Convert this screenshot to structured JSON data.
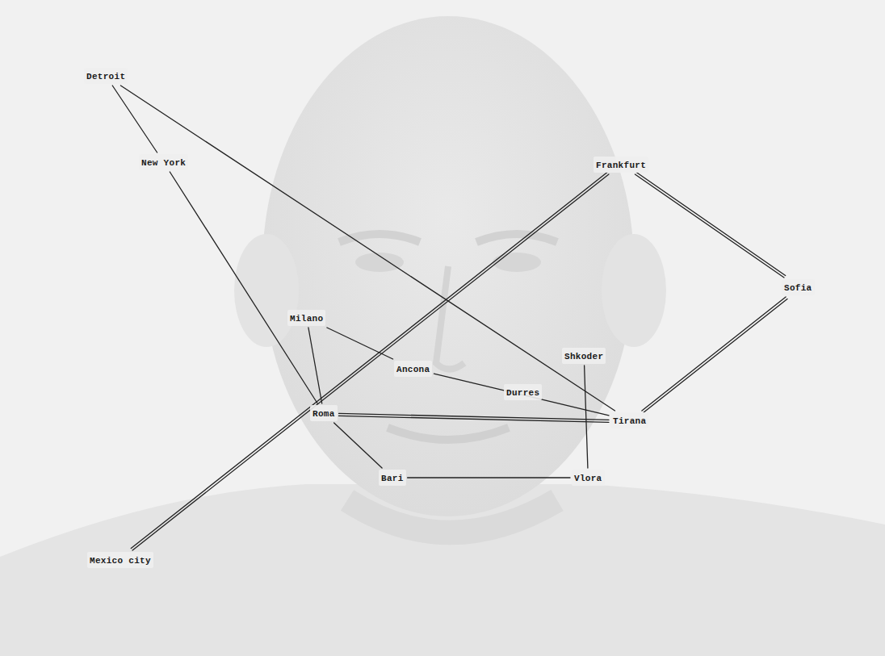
{
  "diagram": {
    "nodes": [
      {
        "text": [
          "Detroit"
        ]
      },
      {
        "text": [
          "New York"
        ]
      },
      {
        "text": [
          "Frankfurt"
        ]
      },
      {
        "text": [
          "Sofia"
        ]
      },
      {
        "text": [
          "Milano"
        ]
      },
      {
        "text": [
          "Ancona"
        ]
      },
      {
        "text": [
          "Shkoder"
        ]
      },
      {
        "text": [
          "Durres"
        ]
      },
      {
        "text": [
          "Roma"
        ]
      },
      {
        "text": [
          "Tirana"
        ]
      },
      {
        "text": [
          "Bari"
        ]
      },
      {
        "text": [
          "Vlora"
        ]
      },
      {
        "text": [
          "Mexico city"
        ]
      }
    ],
    "edges": [
      {
        "from": 0,
        "to": 1,
        "arrow": "none"
      },
      {
        "from": 0,
        "to": 9,
        "arrow": "none"
      },
      {
        "from": 1,
        "to": 8,
        "arrow": "none"
      },
      {
        "from": 4,
        "to": 8,
        "arrow": "none"
      },
      {
        "from": 4,
        "to": 5,
        "arrow": "none"
      },
      {
        "from": 5,
        "to": 9,
        "arrow": "none"
      },
      {
        "from": 8,
        "to": 9,
        "arrow": "none"
      },
      {
        "from": 8,
        "to": 9,
        "arrow": "none"
      },
      {
        "from": 8,
        "to": 10,
        "arrow": "none"
      },
      {
        "from": 10,
        "to": 11,
        "arrow": "none"
      },
      {
        "from": 11,
        "to": 6,
        "arrow": "none"
      },
      {
        "from": 9,
        "to": 3,
        "arrow": "none"
      },
      {
        "from": 9,
        "to": 3,
        "arrow": "none"
      },
      {
        "from": 3,
        "to": 2,
        "arrow": "none"
      },
      {
        "from": 3,
        "to": 2,
        "arrow": "none"
      },
      {
        "from": 2,
        "to": 12,
        "arrow": "none"
      },
      {
        "from": 2,
        "to": 12,
        "arrow": "none"
      }
    ]
  }
}
